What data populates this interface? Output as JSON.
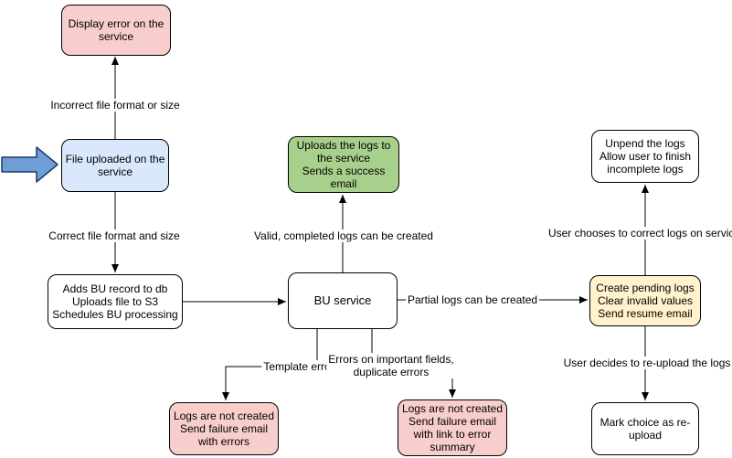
{
  "diagram": {
    "type": "flowchart",
    "colors": {
      "node_pink": "#f8cecc",
      "node_blue": "#dae8fc",
      "node_green": "#a8d08d",
      "node_yellow": "#fff2cc",
      "node_white": "#ffffff",
      "edge_stroke": "#000000",
      "entry_arrow_fill": "#6f9ed6",
      "entry_arrow_stroke": "#1f3864"
    },
    "nodes": {
      "display_error": {
        "text": "Display error on the\nservice",
        "color": "#f8cecc"
      },
      "file_uploaded": {
        "text": "File uploaded on the\nservice",
        "color": "#dae8fc"
      },
      "adds_bu_record": {
        "text": "Adds BU record to db\nUploads file to S3\nSchedules BU processing",
        "color": "#ffffff"
      },
      "bu_service": {
        "text": "BU service",
        "color": "#ffffff"
      },
      "uploads_logs": {
        "text": "Uploads the logs to\nthe service\nSends a success\nemail",
        "color": "#a8d08d"
      },
      "create_pending": {
        "text": "Create pending logs\nClear invalid values\nSend resume email",
        "color": "#fff2cc"
      },
      "unpend_logs": {
        "text": "Unpend the logs\nAllow user to finish\nincomplete logs",
        "color": "#ffffff"
      },
      "mark_choice": {
        "text": "Mark choice as re-\nupload",
        "color": "#ffffff"
      },
      "logs_failure_errors": {
        "text": "Logs are not created\nSend failure email\nwith errors",
        "color": "#f8cecc"
      },
      "logs_failure_summary": {
        "text": "Logs are not created\nSend failure email\nwith link to error\nsummary",
        "color": "#f8cecc"
      }
    },
    "edge_labels": {
      "incorrect_file": "Incorrect file format or size",
      "correct_file": "Correct file format and size",
      "valid_completed": "Valid, completed logs can be created",
      "partial_logs": "Partial logs can be created",
      "user_chooses_correct": "User chooses to correct logs on service",
      "user_decides_reupload": "User decides to re-upload the logs",
      "template_errors": "Template errors",
      "errors_important_fields": "Errors on important fields,\nduplicate errors"
    }
  }
}
